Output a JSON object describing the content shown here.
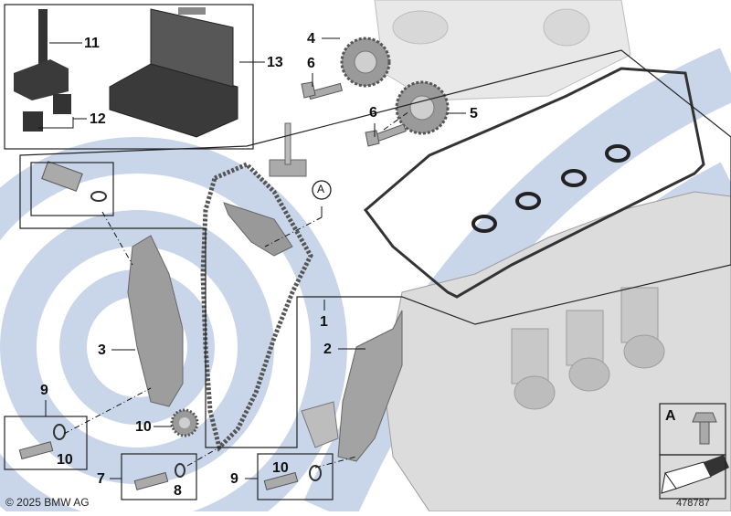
{
  "diagram": {
    "callouts": {
      "c1": "1",
      "c2": "2",
      "c3": "3",
      "c4": "4",
      "c5": "5",
      "c6a": "6",
      "c6b": "6",
      "c7": "7",
      "c8": "8",
      "c9a": "9",
      "c9b": "9",
      "c10a": "10",
      "c10b": "10",
      "c10c": "10",
      "c11": "11",
      "c12": "12",
      "c13": "13",
      "refA": "A",
      "legendA": "A"
    },
    "copyright": "© 2025 BMW AG",
    "image_number": "478787",
    "colors": {
      "background_stripes": "#c9d6ea",
      "line": "#111111",
      "part_gray": "#9a9a9a"
    }
  }
}
